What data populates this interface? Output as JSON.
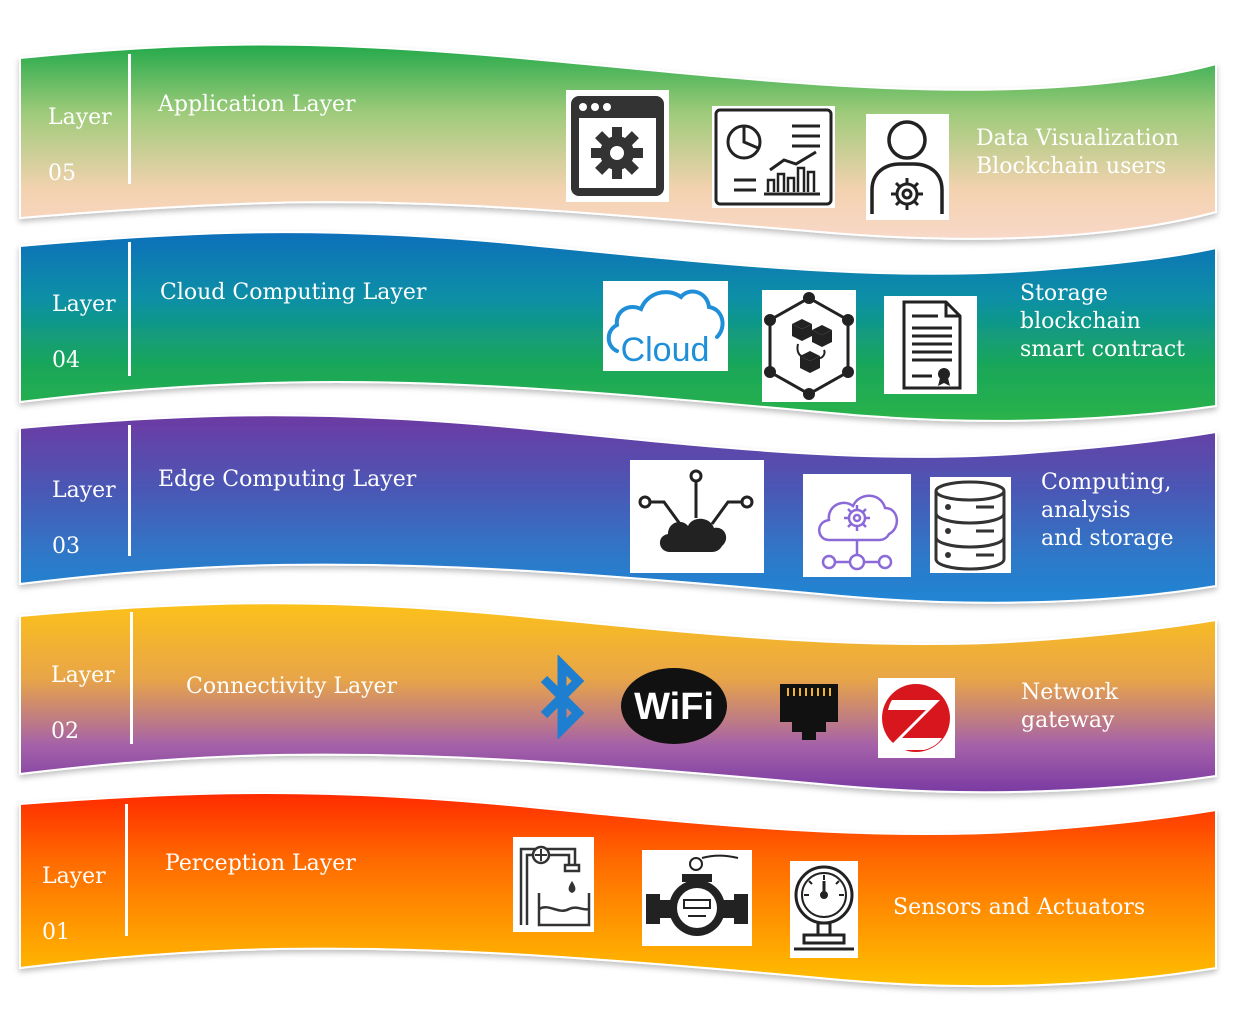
{
  "colors": {
    "layer5": [
      "#22a94a",
      "#9ecb7a",
      "#f4d2b0",
      "#f8d8c8"
    ],
    "layer4": [
      "#0a6fba",
      "#0b8fa6",
      "#19a65a",
      "#2bb34a"
    ],
    "layer3": [
      "#6d3aa3",
      "#4a58b5",
      "#2e78c8",
      "#1f86d4"
    ],
    "layer2": [
      "#fcc11a",
      "#e8a548",
      "#a562a8",
      "#7a3aa2"
    ],
    "layer1": [
      "#ff2a00",
      "#ff6a00",
      "#ff9a00",
      "#ffc000"
    ]
  },
  "layers": [
    {
      "id": "layer5",
      "layer_line1": "Layer",
      "layer_line2": "05",
      "title": "Application Layer",
      "description": "Data Visualization\nBlockchain users",
      "icons": [
        "window-settings-icon",
        "analytics-dashboard-icon",
        "user-settings-icon"
      ]
    },
    {
      "id": "layer4",
      "layer_line1": "Layer",
      "layer_line2": "04",
      "title": "Cloud Computing Layer",
      "description": "Storage\nblockchain\nsmart contract",
      "icons": [
        "cloud-icon",
        "blockchain-icon",
        "contract-document-icon"
      ],
      "cloud_word": "Cloud"
    },
    {
      "id": "layer3",
      "layer_line1": "Layer",
      "layer_line2": "03",
      "title": "Edge Computing Layer",
      "description": "Computing,\n analysis\nand storage",
      "icons": [
        "cloud-network-icon",
        "cloud-gear-icon",
        "database-server-icon"
      ]
    },
    {
      "id": "layer2",
      "layer_line1": "Layer",
      "layer_line2": "02",
      "title": "Connectivity Layer",
      "description": "Network\ngateway",
      "icons": [
        "bluetooth-icon",
        "wifi-icon",
        "ethernet-port-icon",
        "zigbee-icon"
      ],
      "wifi_word": "WiFi"
    },
    {
      "id": "layer1",
      "layer_line1": "Layer",
      "layer_line2": "01",
      "title": "Perception Layer",
      "description": "Sensors and Actuators",
      "icons": [
        "water-pipe-sensor-icon",
        "water-meter-icon",
        "pressure-gauge-icon"
      ]
    }
  ]
}
